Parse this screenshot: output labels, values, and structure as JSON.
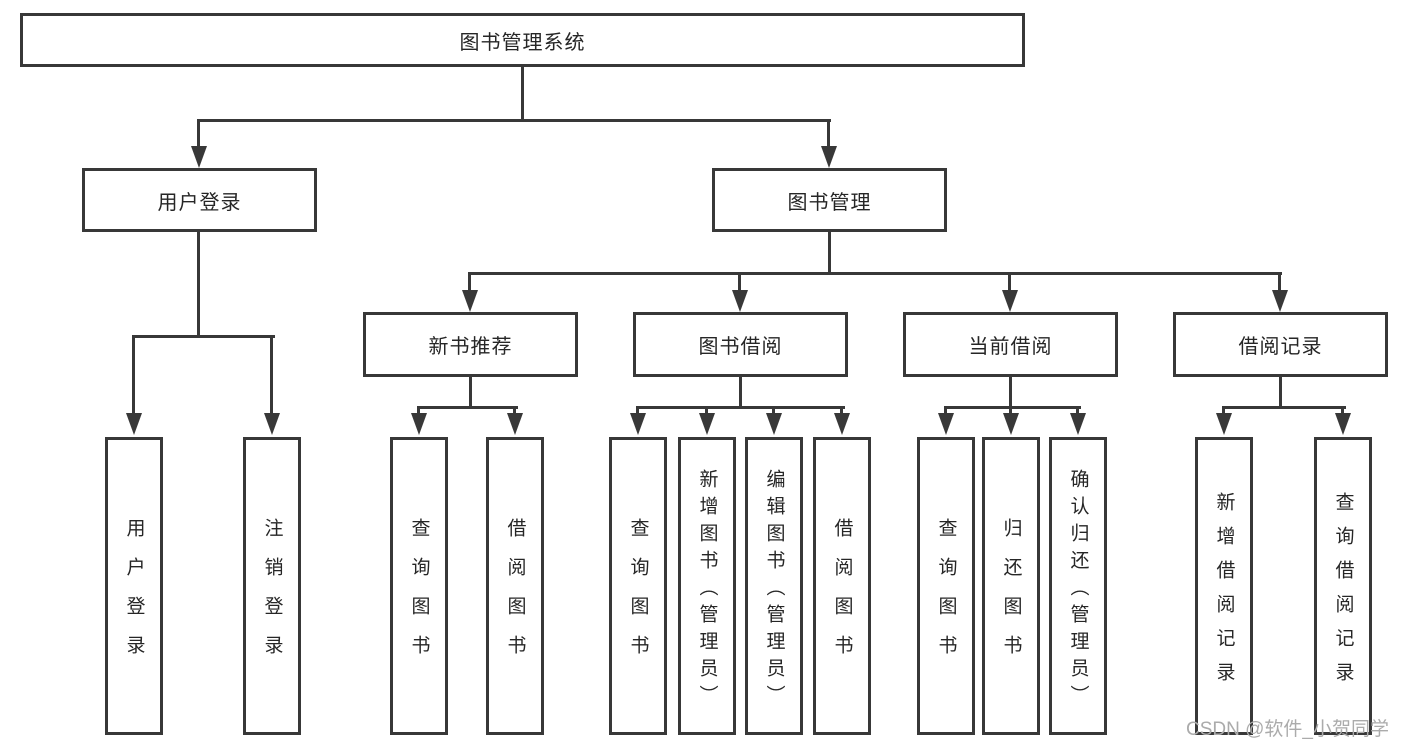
{
  "colors": {
    "line": "#383838",
    "box_border": "#383838",
    "text": "#262626",
    "watermark": "#ababab",
    "background": "#ffffff"
  },
  "root": {
    "label": "图书管理系统"
  },
  "level2": [
    {
      "label": "用户登录",
      "parent": "图书管理系统"
    },
    {
      "label": "图书管理",
      "parent": "图书管理系统"
    }
  ],
  "level3": [
    {
      "label": "新书推荐",
      "parent": "图书管理"
    },
    {
      "label": "图书借阅",
      "parent": "图书管理"
    },
    {
      "label": "当前借阅",
      "parent": "图书管理"
    },
    {
      "label": "借阅记录",
      "parent": "图书管理"
    }
  ],
  "leaves": [
    {
      "label": "用户登录",
      "parent": "用户登录"
    },
    {
      "label": "注销登录",
      "parent": "用户登录"
    },
    {
      "label": "查询图书",
      "parent": "新书推荐"
    },
    {
      "label": "借阅图书",
      "parent": "新书推荐"
    },
    {
      "label": "查询图书",
      "parent": "图书借阅"
    },
    {
      "label": "新增图书（管理员）",
      "parent": "图书借阅"
    },
    {
      "label": "编辑图书（管理员）",
      "parent": "图书借阅"
    },
    {
      "label": "借阅图书",
      "parent": "图书借阅"
    },
    {
      "label": "查询图书",
      "parent": "当前借阅"
    },
    {
      "label": "归还图书",
      "parent": "当前借阅"
    },
    {
      "label": "确认归还（管理员）",
      "parent": "当前借阅"
    },
    {
      "label": "新增借阅记录",
      "parent": "借阅记录"
    },
    {
      "label": "查询借阅记录",
      "parent": "借阅记录"
    }
  ],
  "watermark": {
    "text": "CSDN @软件_小贺同学"
  }
}
